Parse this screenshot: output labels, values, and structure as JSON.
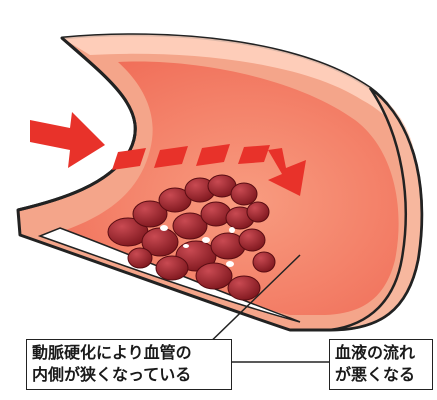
{
  "labels": {
    "narrowing": {
      "line1": "動脈硬化により血管の",
      "line2": "内側が狭くなっている"
    },
    "blood_flow": {
      "line1": "血液の流れ",
      "line2": "が悪くなる"
    }
  },
  "colors": {
    "vessel_outer": "#f4a58a",
    "vessel_inner": "#f5826b",
    "vessel_wall_highlight": "#ffd3c1",
    "vessel_outline": "#222222",
    "flow_arrow": "#e8322a",
    "plaque": "#8e1c23",
    "plaque_highlight": "#c94a52"
  },
  "icons": [
    "flow-arrow-icon",
    "plaque-cluster"
  ]
}
